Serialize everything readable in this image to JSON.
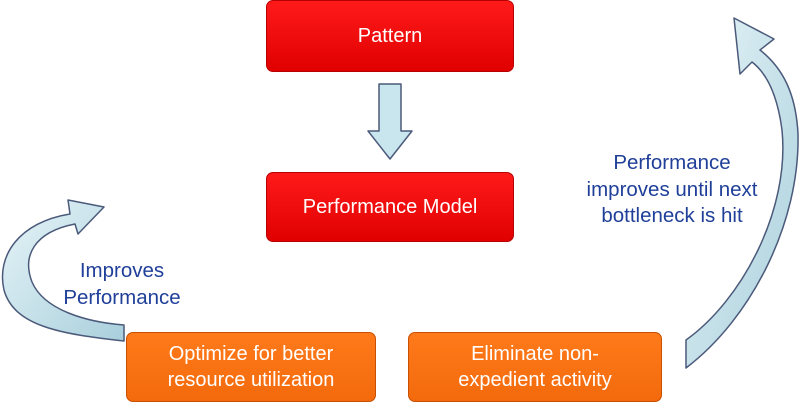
{
  "boxes": {
    "pattern": "Pattern",
    "performance_model": "Performance Model",
    "optimize": [
      "Optimize for better",
      "resource utilization"
    ],
    "eliminate": [
      "Eliminate non-",
      "expedient activity"
    ]
  },
  "notes": {
    "improves": [
      "Improves",
      "Performance"
    ],
    "until_next": [
      "Performance",
      "improves until next",
      "bottleneck is hit"
    ]
  },
  "colors": {
    "red_box": "#f00000",
    "orange_box": "#f26a0c",
    "arrow_fill": "#c9e6ef",
    "arrow_stroke": "#4b5a7a",
    "note_text": "#1f3f99"
  }
}
